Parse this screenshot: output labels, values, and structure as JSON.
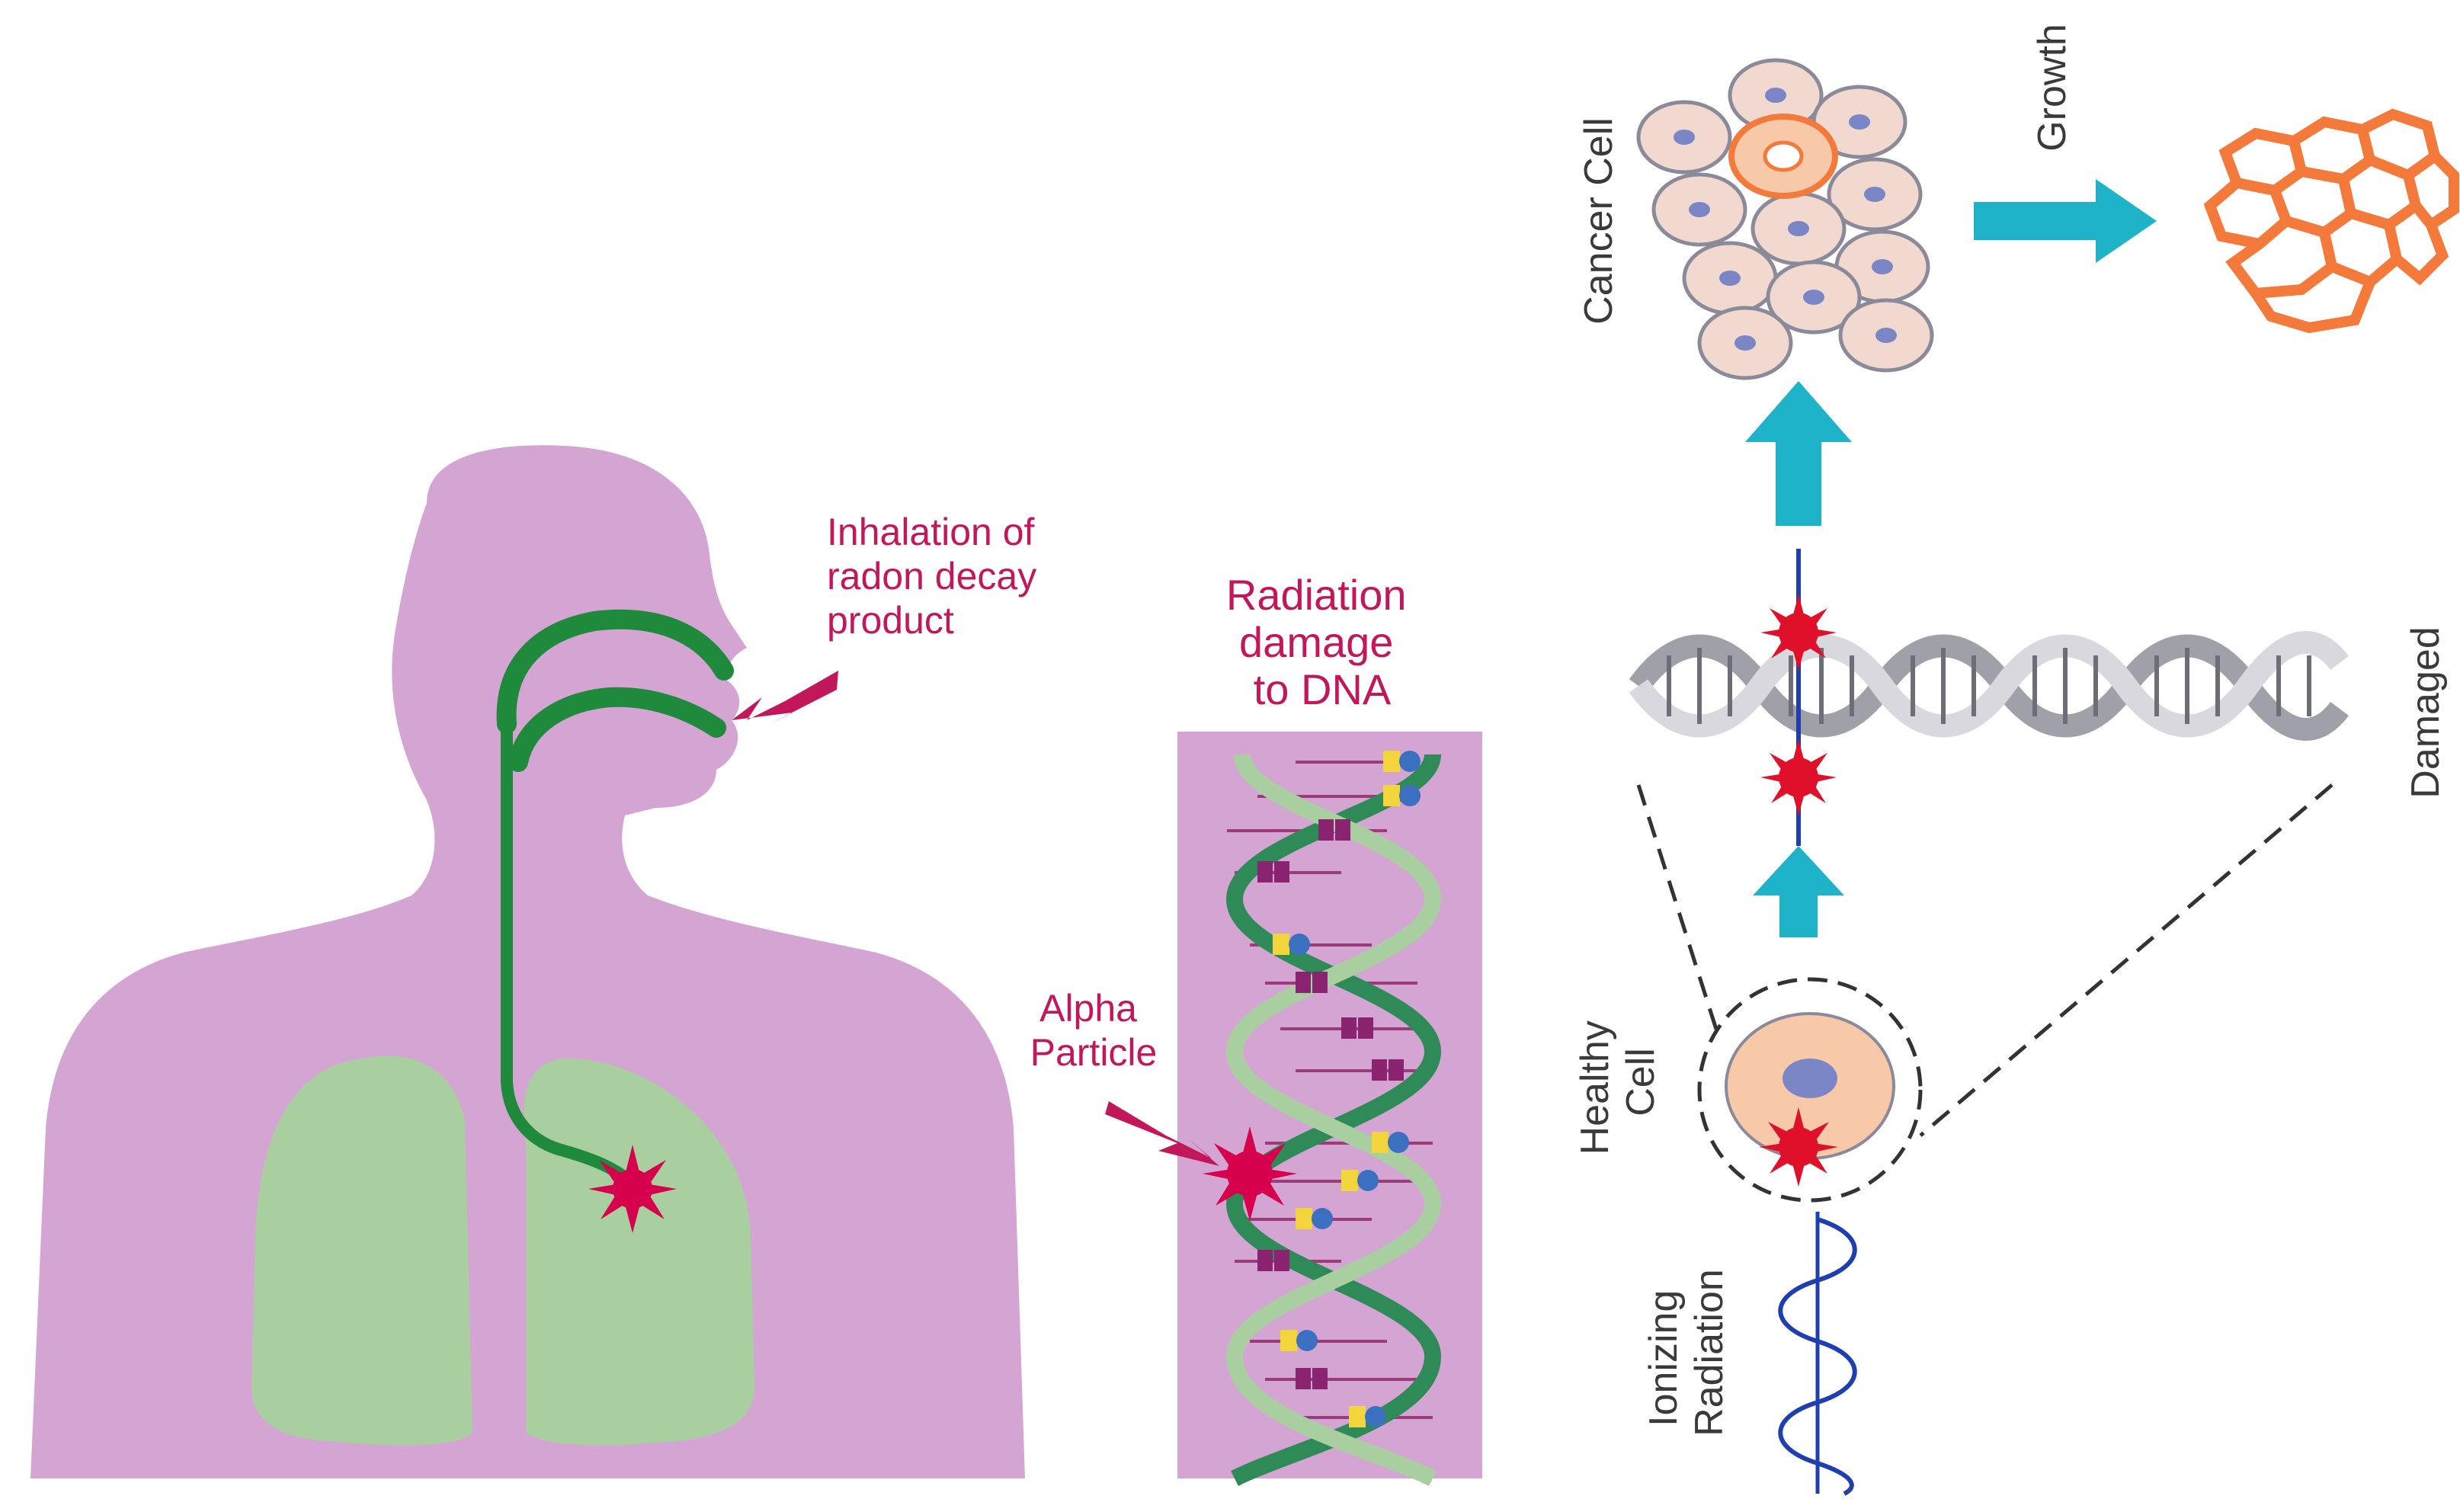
{
  "labels": {
    "inhalation": [
      "Inhalation of",
      "radon decay",
      "product"
    ],
    "radiation_damage": [
      "Radiation",
      "damage",
      "to DNA"
    ],
    "alpha_particle": [
      "Alpha",
      "Particle"
    ],
    "cancer_cell": "Cancer Cell",
    "growth": "Growth",
    "damaged": "Damaged",
    "healthy_cell": [
      "Healthy",
      "Cell"
    ],
    "ionizing_radiation": [
      "Ionizing",
      "Radiation"
    ]
  },
  "colors": {
    "body": "#d4a5d2",
    "lungs": "#a9cfa0",
    "airway": "#1f8a3c",
    "impact": "#d6004c",
    "label_red": "#c2185b",
    "arrow_teal": "#1fb3c9",
    "cell_fill": "#f2d9cf",
    "cell_outline": "#8a8a9a",
    "nucleus": "#7a86c6",
    "cancer_orange": "#f47a3c",
    "wave_blue": "#1f3fb0"
  },
  "icons": {
    "impact": "starburst-icon",
    "arrow": "arrow-icon"
  }
}
